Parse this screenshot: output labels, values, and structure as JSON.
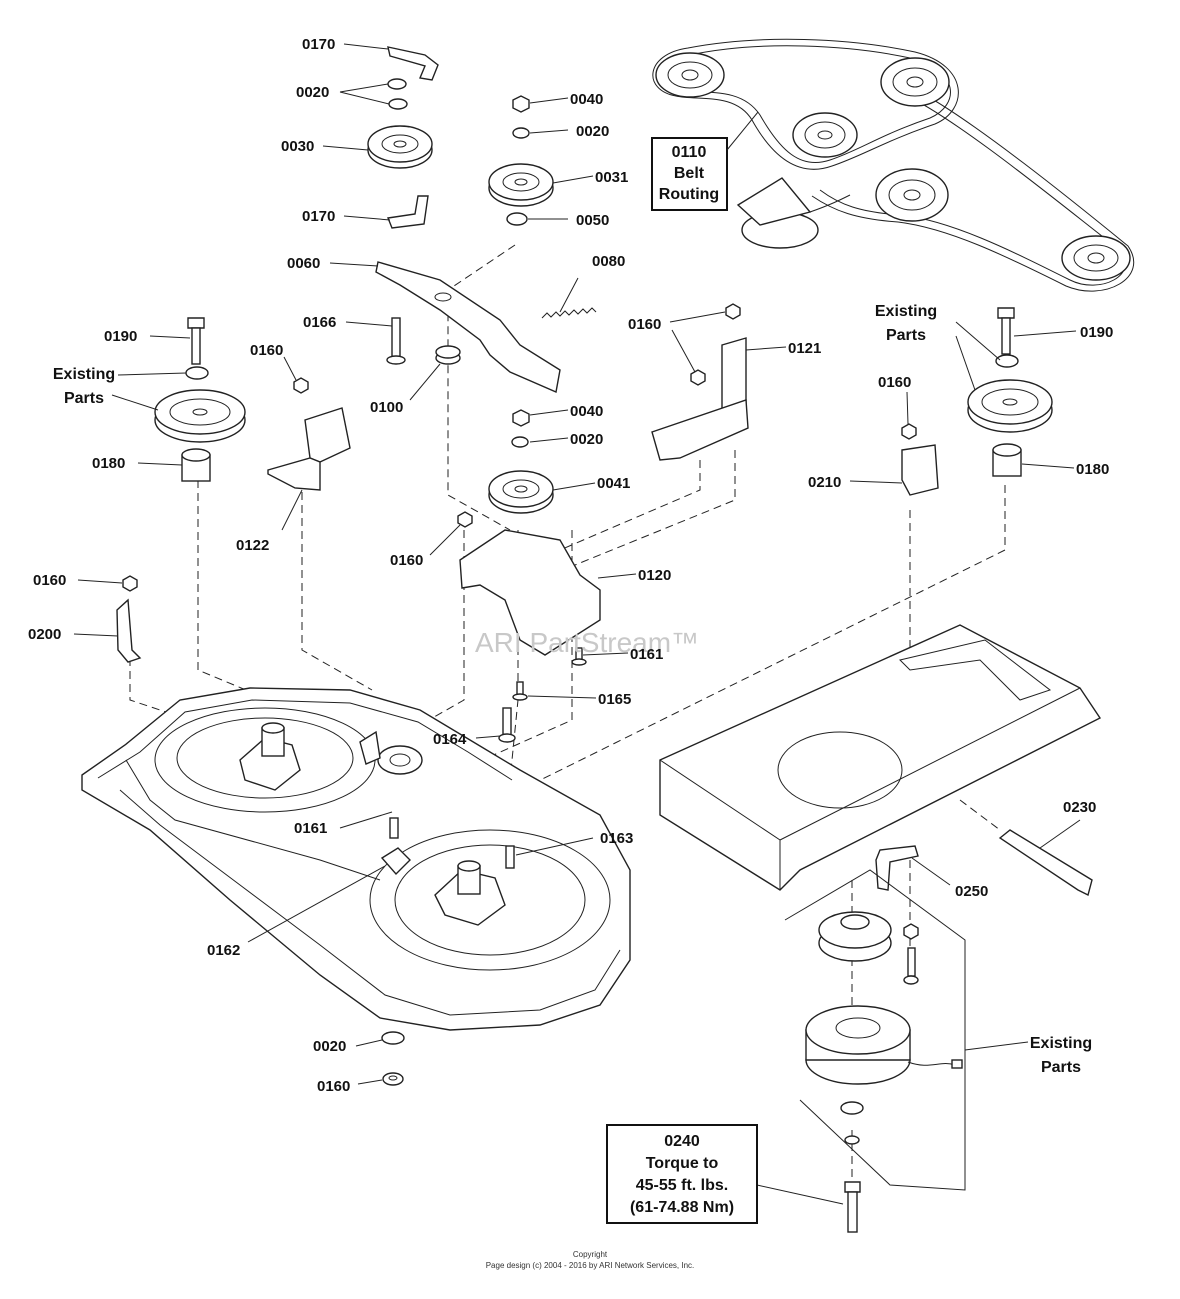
{
  "diagram": {
    "labels": [
      {
        "id": "0170",
        "text": "0170"
      },
      {
        "id": "0020",
        "text": "0020"
      },
      {
        "id": "0030",
        "text": "0030"
      },
      {
        "id": "0040",
        "text": "0040"
      },
      {
        "id": "0031",
        "text": "0031"
      },
      {
        "id": "0050",
        "text": "0050"
      },
      {
        "id": "0060",
        "text": "0060"
      },
      {
        "id": "0080",
        "text": "0080"
      },
      {
        "id": "0166",
        "text": "0166"
      },
      {
        "id": "0190",
        "text": "0190"
      },
      {
        "id": "0160",
        "text": "0160"
      },
      {
        "id": "0100",
        "text": "0100"
      },
      {
        "id": "0121",
        "text": "0121"
      },
      {
        "id": "0180",
        "text": "0180"
      },
      {
        "id": "0122",
        "text": "0122"
      },
      {
        "id": "0041",
        "text": "0041"
      },
      {
        "id": "0210",
        "text": "0210"
      },
      {
        "id": "0120",
        "text": "0120"
      },
      {
        "id": "0200",
        "text": "0200"
      },
      {
        "id": "0161",
        "text": "0161"
      },
      {
        "id": "0165",
        "text": "0165"
      },
      {
        "id": "0164",
        "text": "0164"
      },
      {
        "id": "0163",
        "text": "0163"
      },
      {
        "id": "0162",
        "text": "0162"
      },
      {
        "id": "0230",
        "text": "0230"
      },
      {
        "id": "0250",
        "text": "0250"
      }
    ],
    "existing_parts": [
      "Existing",
      "Parts"
    ],
    "belt_routing": [
      "0110",
      "Belt",
      "Routing"
    ],
    "torque_note": [
      "0240",
      "Torque to",
      "45-55 ft. lbs.",
      "(61-74.88 Nm)"
    ],
    "watermark": "ARI PartStream™",
    "copyright": [
      "Copyright",
      "Page design (c) 2004 - 2016 by ARI Network Services, Inc."
    ]
  }
}
